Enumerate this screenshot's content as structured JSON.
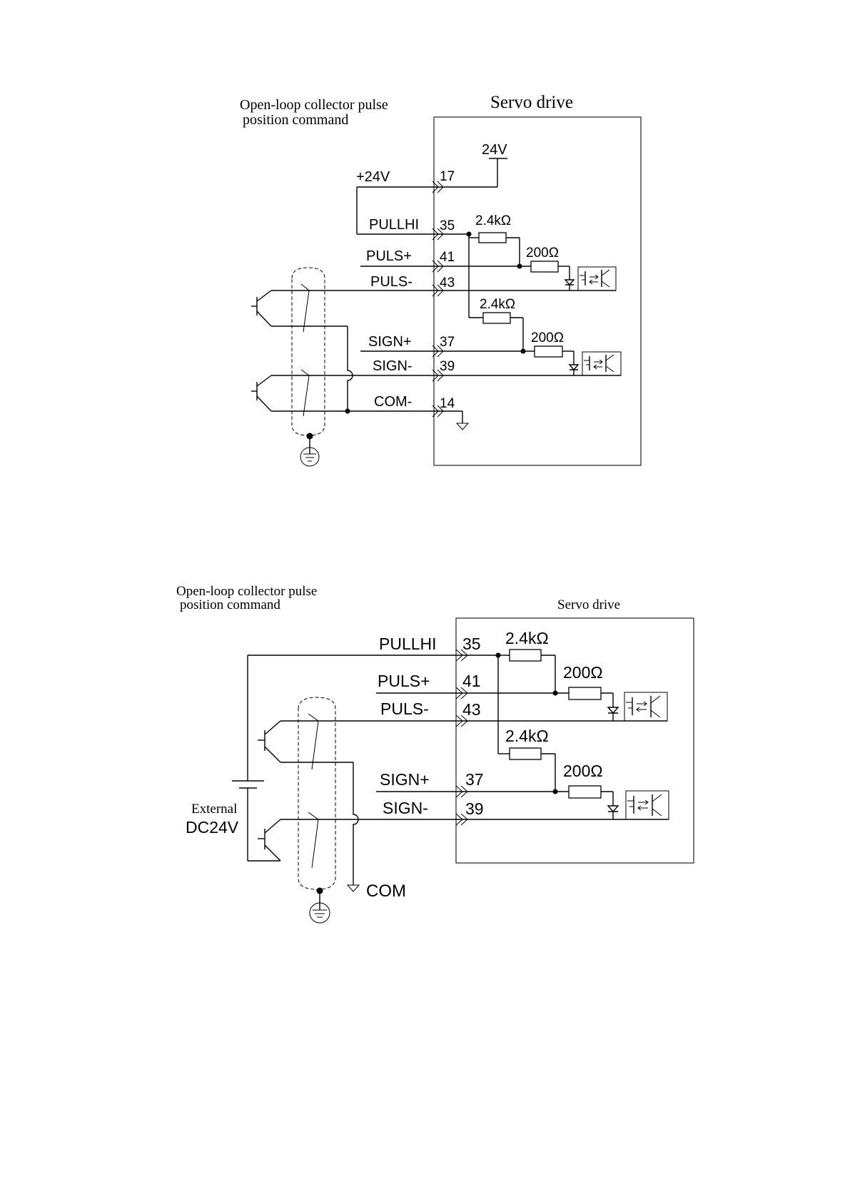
{
  "top": {
    "caption_line1": "Open-loop collector pulse",
    "caption_line2": "position command",
    "drive_title": "Servo drive",
    "supply_label": "24V",
    "plus24_label": "+24V",
    "signals": [
      {
        "name": "PULLHI",
        "pin": "35"
      },
      {
        "name": "PULS+",
        "pin": "41"
      },
      {
        "name": "PULS-",
        "pin": "43"
      },
      {
        "name": "SIGN+",
        "pin": "37"
      },
      {
        "name": "SIGN-",
        "pin": "39"
      },
      {
        "name": "COM-",
        "pin": "14"
      }
    ],
    "pin_17": "17",
    "resistors": [
      "2.4kΩ",
      "200Ω",
      "2.4kΩ",
      "200Ω"
    ]
  },
  "bottom": {
    "caption_line1": "Open-loop collector pulse",
    "caption_line2": "position command",
    "drive_title": "Servo drive",
    "ext_label1": "External",
    "ext_label2": "DC24V",
    "com_label": "COM",
    "signals": [
      {
        "name": "PULLHI",
        "pin": "35"
      },
      {
        "name": "PULS+",
        "pin": "41"
      },
      {
        "name": "PULS-",
        "pin": "43"
      },
      {
        "name": "SIGN+",
        "pin": "37"
      },
      {
        "name": "SIGN-",
        "pin": "39"
      }
    ],
    "resistors": [
      "2.4kΩ",
      "200Ω",
      "2.4kΩ",
      "200Ω"
    ]
  }
}
